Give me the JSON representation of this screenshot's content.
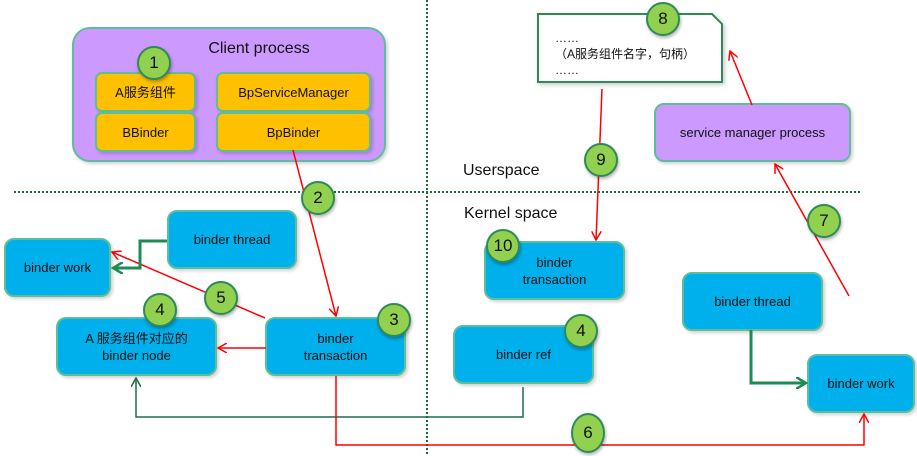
{
  "regions": {
    "userspace_label": "Userspace",
    "kernel_label": "Kernel space"
  },
  "client_process": {
    "title": "Client process",
    "a_service": "A服务组件",
    "bbinder": "BBinder",
    "bp_service_manager": "BpServiceManager",
    "bpbinder": "BpBinder"
  },
  "note": {
    "line1": "……",
    "line2": "（A服务组件名字，句柄）",
    "line3": "……"
  },
  "service_manager": "service manager process",
  "kernel_left": {
    "binder_work": "binder work",
    "binder_thread": "binder thread",
    "binder_node_line1": "A 服务组件对应的",
    "binder_node_line2": "binder node",
    "binder_transaction_line1": "binder",
    "binder_transaction_line2": "transaction"
  },
  "kernel_mid": {
    "binder_transaction_line1": "binder",
    "binder_transaction_line2": "transaction",
    "binder_ref": "binder ref"
  },
  "kernel_right": {
    "binder_thread": "binder thread",
    "binder_work": "binder work"
  },
  "steps": [
    "1",
    "2",
    "3",
    "4",
    "5",
    "6",
    "7",
    "8",
    "9",
    "10",
    "4"
  ],
  "colors": {
    "kernel_box": "#00b0ec",
    "process_box": "#cc99ff",
    "component_box": "#ffc000",
    "step_badge": "#92d050",
    "request_arrow": "#ff0000",
    "thread_arrow": "#1e8a55",
    "divider": "#1e6b3a"
  }
}
